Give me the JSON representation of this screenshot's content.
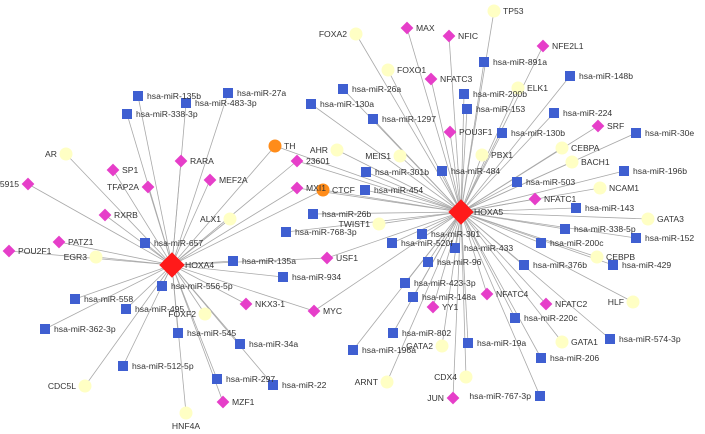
{
  "colors": {
    "edge": "#a9a9a9",
    "mirna": "#3f5fd1",
    "tf": "#e63ec9",
    "gene": "#ffffc4",
    "hub": "#ff1a1a",
    "other": "#ff8c1a",
    "label": "#333333"
  },
  "hubs": [
    {
      "id": "HOXA4",
      "label": "HOXA4"
    },
    {
      "id": "HOXA5",
      "label": "HOXA5"
    }
  ],
  "nodes": [
    {
      "id": "TP53",
      "label": "TP53",
      "type": "gene",
      "hub": "HOXA5"
    },
    {
      "id": "MAX",
      "label": "MAX",
      "type": "tf",
      "hub": "HOXA5"
    },
    {
      "id": "NFIC",
      "label": "NFIC",
      "type": "tf",
      "hub": "HOXA5"
    },
    {
      "id": "FOXA2",
      "label": "FOXA2",
      "type": "gene",
      "hub": "HOXA5"
    },
    {
      "id": "NFE2L1",
      "label": "NFE2L1",
      "type": "tf",
      "hub": "HOXA5"
    },
    {
      "id": "hsa-miR-891a",
      "label": "hsa-miR-891a",
      "type": "mirna",
      "hub": "HOXA5"
    },
    {
      "id": "FOXO1",
      "label": "FOXO1",
      "type": "gene",
      "hub": "HOXA5"
    },
    {
      "id": "NFATC3",
      "label": "NFATC3",
      "type": "tf",
      "hub": "HOXA5"
    },
    {
      "id": "ELK1",
      "label": "ELK1",
      "type": "gene",
      "hub": "HOXA5"
    },
    {
      "id": "hsa-miR-148b",
      "label": "hsa-miR-148b",
      "type": "mirna",
      "hub": "HOXA5"
    },
    {
      "id": "hsa-miR-26a",
      "label": "hsa-miR-26a",
      "type": "mirna",
      "hub": "HOXA5"
    },
    {
      "id": "hsa-miR-200b",
      "label": "hsa-miR-200b",
      "type": "mirna",
      "hub": "HOXA5"
    },
    {
      "id": "hsa-miR-130a",
      "label": "hsa-miR-130a",
      "type": "mirna",
      "hub": "HOXA5"
    },
    {
      "id": "hsa-miR-153",
      "label": "hsa-miR-153",
      "type": "mirna",
      "hub": "HOXA5"
    },
    {
      "id": "hsa-miR-1297",
      "label": "hsa-miR-1297",
      "type": "mirna",
      "hub": "HOXA5"
    },
    {
      "id": "hsa-miR-224",
      "label": "hsa-miR-224",
      "type": "mirna",
      "hub": "HOXA5"
    },
    {
      "id": "SRF",
      "label": "SRF",
      "type": "tf",
      "hub": "HOXA5"
    },
    {
      "id": "hsa-miR-30e",
      "label": "hsa-miR-30e",
      "type": "mirna",
      "hub": "HOXA5"
    },
    {
      "id": "POU3F1",
      "label": "POU3F1",
      "type": "tf",
      "hub": "HOXA5"
    },
    {
      "id": "hsa-miR-130b",
      "label": "hsa-miR-130b",
      "type": "mirna",
      "hub": "HOXA5"
    },
    {
      "id": "CEBPA",
      "label": "CEBPA",
      "type": "gene",
      "hub": "HOXA5"
    },
    {
      "id": "AHR",
      "label": "AHR",
      "type": "gene",
      "hub": "HOXA5"
    },
    {
      "id": "MEIS1",
      "label": "MEIS1",
      "type": "gene",
      "hub": "HOXA5"
    },
    {
      "id": "PBX1",
      "label": "PBX1",
      "type": "gene",
      "hub": "HOXA5"
    },
    {
      "id": "BACH1",
      "label": "BACH1",
      "type": "gene",
      "hub": "HOXA5"
    },
    {
      "id": "hsa-miR-301b",
      "label": "hsa-miR-301b",
      "type": "mirna",
      "hub": "HOXA5"
    },
    {
      "id": "hsa-miR-484",
      "label": "hsa-miR-484",
      "type": "mirna",
      "hub": "HOXA5"
    },
    {
      "id": "hsa-miR-196b",
      "label": "hsa-miR-196b",
      "type": "mirna",
      "hub": "HOXA5"
    },
    {
      "id": "hsa-miR-503",
      "label": "hsa-miR-503",
      "type": "mirna",
      "hub": "HOXA5"
    },
    {
      "id": "hsa-miR-454",
      "label": "hsa-miR-454",
      "type": "mirna",
      "hub": "HOXA5"
    },
    {
      "id": "NCAM1",
      "label": "NCAM1",
      "type": "gene",
      "hub": "HOXA5"
    },
    {
      "id": "NFATC1",
      "label": "NFATC1",
      "type": "tf",
      "hub": "HOXA5"
    },
    {
      "id": "hsa-miR-26b",
      "label": "hsa-miR-26b",
      "type": "mirna",
      "hub": "HOXA5"
    },
    {
      "id": "hsa-miR-143",
      "label": "hsa-miR-143",
      "type": "mirna",
      "hub": "HOXA5"
    },
    {
      "id": "GATA3",
      "label": "GATA3",
      "type": "gene",
      "hub": "HOXA5"
    },
    {
      "id": "TWIST1",
      "label": "TWIST1",
      "type": "gene",
      "hub": "HOXA5"
    },
    {
      "id": "hsa-miR-768-3p",
      "label": "hsa-miR-768-3p",
      "type": "mirna",
      "hub": "HOXA5"
    },
    {
      "id": "hsa-miR-338-5p",
      "label": "hsa-miR-338-5p",
      "type": "mirna",
      "hub": "HOXA5"
    },
    {
      "id": "hsa-miR-301",
      "label": "hsa-miR-301",
      "type": "mirna",
      "hub": "HOXA5"
    },
    {
      "id": "hsa-miR-152",
      "label": "hsa-miR-152",
      "type": "mirna",
      "hub": "HOXA5"
    },
    {
      "id": "hsa-miR-520f",
      "label": "hsa-miR-520f",
      "type": "mirna",
      "hub": "HOXA5"
    },
    {
      "id": "hsa-miR-200c",
      "label": "hsa-miR-200c",
      "type": "mirna",
      "hub": "HOXA5"
    },
    {
      "id": "hsa-miR-433",
      "label": "hsa-miR-433",
      "type": "mirna",
      "hub": "HOXA5"
    },
    {
      "id": "CEBPB",
      "label": "CEBPB",
      "type": "gene",
      "hub": "HOXA5"
    },
    {
      "id": "hsa-miR-96",
      "label": "hsa-miR-96",
      "type": "mirna",
      "hub": "HOXA5"
    },
    {
      "id": "hsa-miR-376b",
      "label": "hsa-miR-376b",
      "type": "mirna",
      "hub": "HOXA5"
    },
    {
      "id": "hsa-miR-429",
      "label": "hsa-miR-429",
      "type": "mirna",
      "hub": "HOXA5"
    },
    {
      "id": "hsa-miR-423-3p",
      "label": "hsa-miR-423-3p",
      "type": "mirna",
      "hub": "HOXA5"
    },
    {
      "id": "NFATC4",
      "label": "NFATC4",
      "type": "tf",
      "hub": "HOXA5"
    },
    {
      "id": "hsa-miR-148a",
      "label": "hsa-miR-148a",
      "type": "mirna",
      "hub": "HOXA5"
    },
    {
      "id": "NFATC2",
      "label": "NFATC2",
      "type": "tf",
      "hub": "HOXA5"
    },
    {
      "id": "HLF",
      "label": "HLF",
      "type": "gene",
      "hub": "HOXA5"
    },
    {
      "id": "YY1",
      "label": "YY1",
      "type": "tf",
      "hub": "HOXA5"
    },
    {
      "id": "hsa-miR-220c",
      "label": "hsa-miR-220c",
      "type": "mirna",
      "hub": "HOXA5"
    },
    {
      "id": "hsa-miR-802",
      "label": "hsa-miR-802",
      "type": "mirna",
      "hub": "HOXA5"
    },
    {
      "id": "GATA2",
      "label": "GATA2",
      "type": "gene",
      "hub": "HOXA5"
    },
    {
      "id": "hsa-miR-19a",
      "label": "hsa-miR-19a",
      "type": "mirna",
      "hub": "HOXA5"
    },
    {
      "id": "GATA1",
      "label": "GATA1",
      "type": "gene",
      "hub": "HOXA5"
    },
    {
      "id": "hsa-miR-574-3p",
      "label": "hsa-miR-574-3p",
      "type": "mirna",
      "hub": "HOXA5"
    },
    {
      "id": "hsa-miR-196a",
      "label": "hsa-miR-196a",
      "type": "mirna",
      "hub": "HOXA5"
    },
    {
      "id": "hsa-miR-206",
      "label": "hsa-miR-206",
      "type": "mirna",
      "hub": "HOXA5"
    },
    {
      "id": "ARNT",
      "label": "ARNT",
      "type": "gene",
      "hub": "HOXA5"
    },
    {
      "id": "CDX4",
      "label": "CDX4",
      "type": "gene",
      "hub": "HOXA5"
    },
    {
      "id": "hsa-miR-767-3p",
      "label": "hsa-miR-767-3p",
      "type": "mirna",
      "hub": "HOXA5"
    },
    {
      "id": "JUN",
      "label": "JUN",
      "type": "tf",
      "hub": "HOXA5"
    },
    {
      "id": "TH",
      "label": "TH",
      "type": "other",
      "hub": "both"
    },
    {
      "id": "MXI1",
      "label": "MXI1",
      "type": "tf",
      "hub": "both"
    },
    {
      "id": "CTCF",
      "label": "CTCF",
      "type": "other",
      "hub": "both"
    },
    {
      "id": "23601",
      "label": "23601",
      "type": "tf",
      "hub": "both"
    },
    {
      "id": "USF1",
      "label": "USF1",
      "type": "tf",
      "hub": "both"
    },
    {
      "id": "MYC",
      "label": "MYC",
      "type": "tf",
      "hub": "both"
    },
    {
      "id": "hsa-miR-934",
      "label": "hsa-miR-934",
      "type": "mirna",
      "hub": "HOXA4"
    },
    {
      "id": "hsa-miR-135b",
      "label": "hsa-miR-135b",
      "type": "mirna",
      "hub": "HOXA4"
    },
    {
      "id": "hsa-miR-27a",
      "label": "hsa-miR-27a",
      "type": "mirna",
      "hub": "HOXA4"
    },
    {
      "id": "hsa-miR-483-3p",
      "label": "hsa-miR-483-3p",
      "type": "mirna",
      "hub": "HOXA4"
    },
    {
      "id": "hsa-miR-338-3p",
      "label": "hsa-miR-338-3p",
      "type": "mirna",
      "hub": "HOXA4"
    },
    {
      "id": "AR",
      "label": "AR",
      "type": "gene",
      "hub": "HOXA4"
    },
    {
      "id": "RARA",
      "label": "RARA",
      "type": "tf",
      "hub": "HOXA4"
    },
    {
      "id": "SP1",
      "label": "SP1",
      "type": "tf",
      "hub": "HOXA4"
    },
    {
      "id": "MEF2A",
      "label": "MEF2A",
      "type": "tf",
      "hub": "HOXA4"
    },
    {
      "id": "5915",
      "label": "5915",
      "type": "tf",
      "hub": "HOXA4"
    },
    {
      "id": "TFAP2A",
      "label": "TFAP2A",
      "type": "tf",
      "hub": "HOXA4"
    },
    {
      "id": "ALX1",
      "label": "ALX1",
      "type": "gene",
      "hub": "HOXA4"
    },
    {
      "id": "RXRB",
      "label": "RXRB",
      "type": "tf",
      "hub": "HOXA4"
    },
    {
      "id": "hsa-miR-657",
      "label": "hsa-miR-657",
      "type": "mirna",
      "hub": "HOXA4"
    },
    {
      "id": "PATZ1",
      "label": "PATZ1",
      "type": "tf",
      "hub": "HOXA4"
    },
    {
      "id": "POU2F1",
      "label": "POU2F1",
      "type": "tf",
      "hub": "HOXA4"
    },
    {
      "id": "EGR3",
      "label": "EGR3",
      "type": "gene",
      "hub": "HOXA4"
    },
    {
      "id": "hsa-miR-135a",
      "label": "hsa-miR-135a",
      "type": "mirna",
      "hub": "HOXA4"
    },
    {
      "id": "hsa-miR-556-5p",
      "label": "hsa-miR-556-5p",
      "type": "mirna",
      "hub": "HOXA4"
    },
    {
      "id": "hsa-miR-558",
      "label": "hsa-miR-558",
      "type": "mirna",
      "hub": "HOXA4"
    },
    {
      "id": "hsa-miR-495",
      "label": "hsa-miR-495",
      "type": "mirna",
      "hub": "HOXA4"
    },
    {
      "id": "NKX3-1",
      "label": "NKX3-1",
      "type": "tf",
      "hub": "HOXA4"
    },
    {
      "id": "hsa-miR-362-3p",
      "label": "hsa-miR-362-3p",
      "type": "mirna",
      "hub": "HOXA4"
    },
    {
      "id": "FOXF2",
      "label": "FOXF2",
      "type": "gene",
      "hub": "HOXA4"
    },
    {
      "id": "hsa-miR-545",
      "label": "hsa-miR-545",
      "type": "mirna",
      "hub": "HOXA4"
    },
    {
      "id": "hsa-miR-34a",
      "label": "hsa-miR-34a",
      "type": "mirna",
      "hub": "HOXA4"
    },
    {
      "id": "hsa-miR-512-5p",
      "label": "hsa-miR-512-5p",
      "type": "mirna",
      "hub": "HOXA4"
    },
    {
      "id": "CDC5L",
      "label": "CDC5L",
      "type": "gene",
      "hub": "HOXA4"
    },
    {
      "id": "hsa-miR-297",
      "label": "hsa-miR-297",
      "type": "mirna",
      "hub": "HOXA4"
    },
    {
      "id": "hsa-miR-22",
      "label": "hsa-miR-22",
      "type": "mirna",
      "hub": "HOXA4"
    },
    {
      "id": "MZF1",
      "label": "MZF1",
      "type": "tf",
      "hub": "HOXA4"
    },
    {
      "id": "HNF4A",
      "label": "HNF4A",
      "type": "gene",
      "hub": "HOXA4"
    }
  ]
}
